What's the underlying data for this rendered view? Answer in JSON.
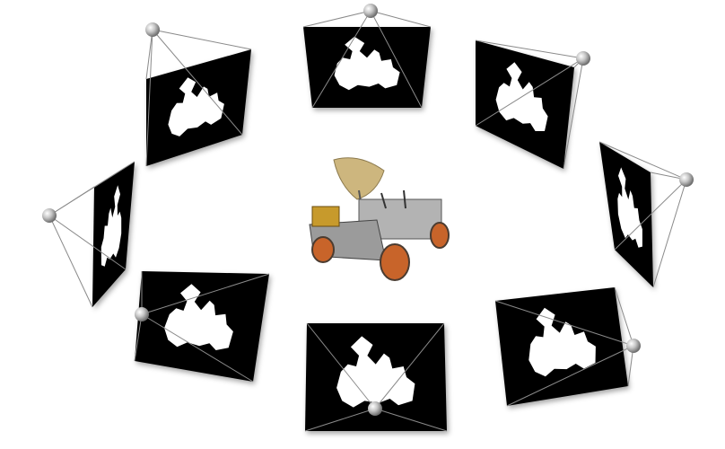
{
  "colors": {
    "background": "#ffffff",
    "panel": "#000000",
    "silhouette": "#ffffff",
    "camera_sphere": "#b8b8b8",
    "frustum_line": "#8a8a8a",
    "rover_dish": "#c9b27a",
    "rover_body": "#a9a9a9",
    "rover_wheel": "#c8642a"
  },
  "views": [
    {
      "name": "view-top-left",
      "icon": "camera-sphere-icon"
    },
    {
      "name": "view-top-center",
      "icon": "camera-sphere-icon"
    },
    {
      "name": "view-top-right",
      "icon": "camera-sphere-icon"
    },
    {
      "name": "view-right",
      "icon": "camera-sphere-icon"
    },
    {
      "name": "view-bottom-right",
      "icon": "camera-sphere-icon"
    },
    {
      "name": "view-bottom-center",
      "icon": "camera-sphere-icon"
    },
    {
      "name": "view-bottom-left",
      "icon": "camera-sphere-icon"
    },
    {
      "name": "view-left",
      "icon": "camera-sphere-icon"
    }
  ]
}
